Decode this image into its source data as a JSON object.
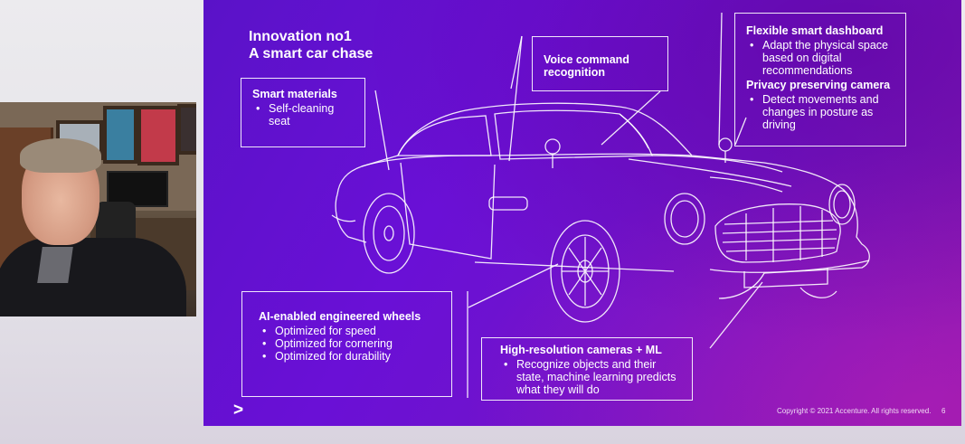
{
  "slide": {
    "title_line1": "Innovation no1",
    "title_line2": "A smart car chase",
    "smart_materials": {
      "heading": "Smart materials",
      "items": [
        "Self-cleaning seat"
      ]
    },
    "voice": {
      "heading": "Voice command recognition"
    },
    "dashboard": {
      "heading": "Flexible smart dashboard",
      "items": [
        "Adapt the physical space based on digital recommendations"
      ],
      "heading2": "Privacy preserving camera",
      "items2": [
        "Detect movements and changes in posture as driving"
      ]
    },
    "wheels": {
      "heading": "AI-enabled engineered wheels",
      "items": [
        "Optimized for speed",
        "Optimized for cornering",
        "Optimized for durability"
      ]
    },
    "cameras": {
      "heading": "High-resolution cameras + ML",
      "items": [
        "Recognize objects and their state, machine learning predicts what they will do"
      ]
    },
    "copyright": "Copyright © 2021 Accenture. All rights reserved.",
    "page_number": "6",
    "logo": ">"
  },
  "colors": {
    "slide_start": "#5a12c8",
    "slide_end": "#8a1ab0",
    "text": "#ffffff"
  },
  "icons": {
    "brand": "accenture-chevron-logo"
  }
}
